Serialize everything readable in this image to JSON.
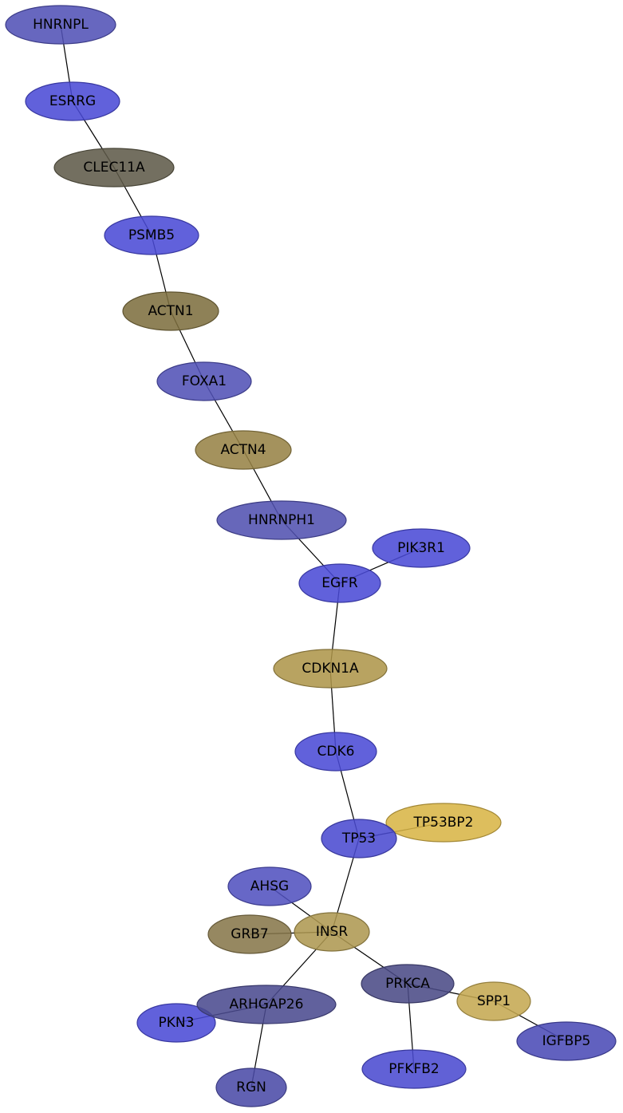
{
  "nodes": [
    {
      "id": "HNRNPL",
      "label": "HNRNPL",
      "color": "#5050b5"
    },
    {
      "id": "ESRRG",
      "label": "ESRRG",
      "color": "#4a4ad6"
    },
    {
      "id": "CLEC11A",
      "label": "CLEC11A",
      "color": "#5e5a48"
    },
    {
      "id": "PSMB5",
      "label": "PSMB5",
      "color": "#4a4ad6"
    },
    {
      "id": "ACTN1",
      "label": "ACTN1",
      "color": "#7d6e3e"
    },
    {
      "id": "FOXA1",
      "label": "FOXA1",
      "color": "#5050b5"
    },
    {
      "id": "ACTN4",
      "label": "ACTN4",
      "color": "#978245"
    },
    {
      "id": "HNRNPH1",
      "label": "HNRNPH1",
      "color": "#5050b0"
    },
    {
      "id": "PIK3R1",
      "label": "PIK3R1",
      "color": "#4a4ad6"
    },
    {
      "id": "EGFR",
      "label": "EGFR",
      "color": "#4a4ad6"
    },
    {
      "id": "CDKN1A",
      "label": "CDKN1A",
      "color": "#ad954a"
    },
    {
      "id": "CDK6",
      "label": "CDK6",
      "color": "#4a4ad6"
    },
    {
      "id": "TP53BP2",
      "label": "TP53BP2",
      "color": "#d8b445"
    },
    {
      "id": "TP53",
      "label": "TP53",
      "color": "#4a4ad0"
    },
    {
      "id": "AHSG",
      "label": "AHSG",
      "color": "#5050bf"
    },
    {
      "id": "GRB7",
      "label": "GRB7",
      "color": "#86764a"
    },
    {
      "id": "INSR",
      "label": "INSR",
      "color": "#ad9850"
    },
    {
      "id": "PRKCA",
      "label": "PRKCA",
      "color": "#4a4a85"
    },
    {
      "id": "SPP1",
      "label": "SPP1",
      "color": "#c4a850"
    },
    {
      "id": "PKN3",
      "label": "PKN3",
      "color": "#4a4ad6"
    },
    {
      "id": "ARHGAP26",
      "label": "ARHGAP26",
      "color": "#4a4a8e"
    },
    {
      "id": "IGFBP5",
      "label": "IGFBP5",
      "color": "#4a4ab5"
    },
    {
      "id": "RGN",
      "label": "RGN",
      "color": "#4a4aa6"
    },
    {
      "id": "PFKFB2",
      "label": "PFKFB2",
      "color": "#4a4ad0"
    }
  ],
  "edges": [
    [
      "HNRNPL",
      "ESRRG"
    ],
    [
      "ESRRG",
      "CLEC11A"
    ],
    [
      "CLEC11A",
      "PSMB5"
    ],
    [
      "PSMB5",
      "ACTN1"
    ],
    [
      "ACTN1",
      "FOXA1"
    ],
    [
      "FOXA1",
      "ACTN4"
    ],
    [
      "ACTN4",
      "HNRNPH1"
    ],
    [
      "HNRNPH1",
      "EGFR"
    ],
    [
      "EGFR",
      "PIK3R1"
    ],
    [
      "EGFR",
      "CDKN1A"
    ],
    [
      "CDKN1A",
      "CDK6"
    ],
    [
      "CDK6",
      "TP53"
    ],
    [
      "TP53",
      "TP53BP2"
    ],
    [
      "TP53",
      "INSR"
    ],
    [
      "AHSG",
      "INSR"
    ],
    [
      "GRB7",
      "INSR"
    ],
    [
      "INSR",
      "ARHGAP26"
    ],
    [
      "INSR",
      "PRKCA"
    ],
    [
      "PRKCA",
      "SPP1"
    ],
    [
      "PRKCA",
      "PFKFB2"
    ],
    [
      "SPP1",
      "IGFBP5"
    ],
    [
      "ARHGAP26",
      "RGN"
    ],
    [
      "ARHGAP26",
      "PKN3"
    ]
  ]
}
